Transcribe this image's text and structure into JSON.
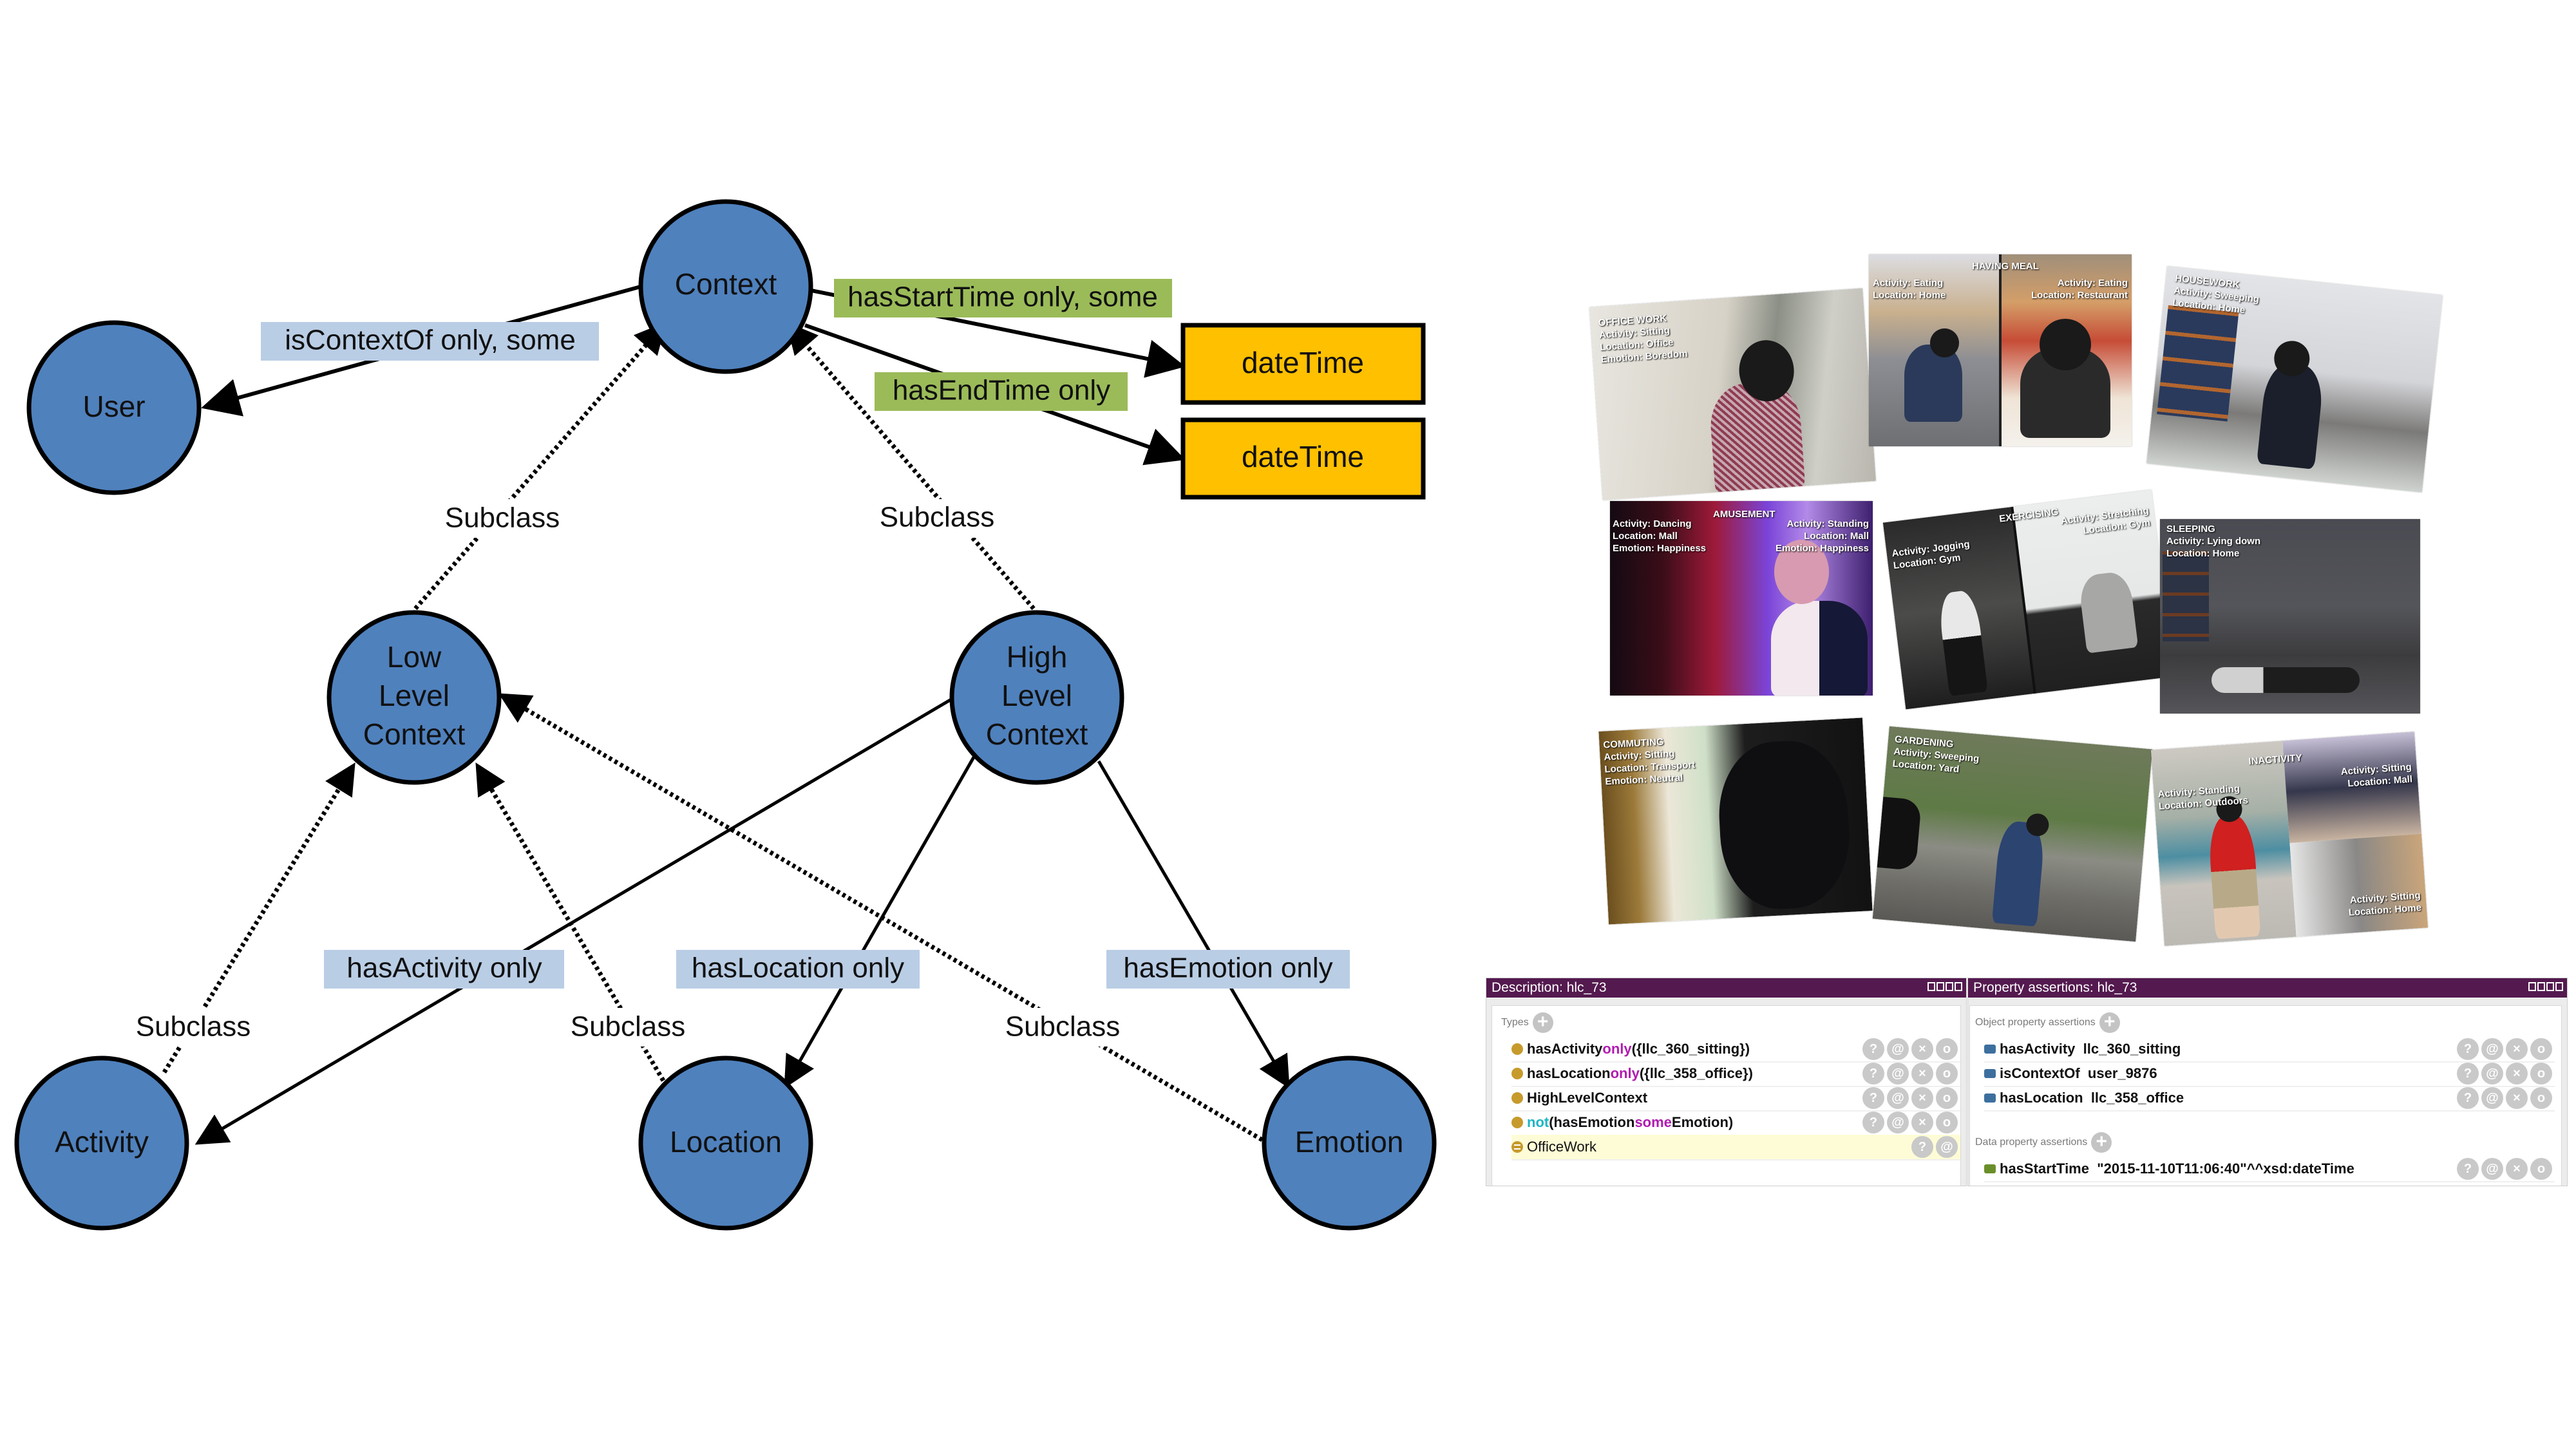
{
  "diagram": {
    "nodes": {
      "context": "Context",
      "user": "User",
      "low_level_context": [
        "Low",
        "Level",
        "Context"
      ],
      "high_level_context": [
        "High",
        "Level",
        "Context"
      ],
      "activity": "Activity",
      "location": "Location",
      "emotion": "Emotion",
      "datetime_start": "dateTime",
      "datetime_end": "dateTime"
    },
    "edge_labels": {
      "is_context_of": "isContextOf only, some",
      "has_start_time": "hasStartTime only, some",
      "has_end_time": "hasEndTime only",
      "has_activity": "hasActivity only",
      "has_location": "hasLocation only",
      "has_emotion": "hasEmotion only"
    },
    "subclass_labels": {
      "llc_to_context": "Subclass",
      "hlc_to_context": "Subclass",
      "activity_to_llc": "Subclass",
      "location_to_llc": "Subclass",
      "emotion_to_llc": "Subclass"
    },
    "colors": {
      "node_fill": "#4f81bd",
      "datetime_fill": "#ffc000",
      "property_label_bg": "#b9cde5",
      "time_label_bg": "#9bbb59"
    }
  },
  "photos": [
    {
      "title": "OFFICE WORK",
      "captions": [
        "Activity: Sitting\nLocation: Office\nEmotion: Boredom"
      ]
    },
    {
      "title": "HAVING MEAL",
      "captions": [
        "Activity: Eating\nLocation: Home",
        "Activity: Eating\nLocation: Restaurant"
      ]
    },
    {
      "title": "HOUSEWORK",
      "captions": [
        "Activity: Sweeping\nLocation: Home"
      ]
    },
    {
      "title": "AMUSEMENT",
      "captions": [
        "Activity: Dancing\nLocation: Mall\nEmotion: Happiness",
        "Activity: Standing\nLocation: Mall\nEmotion: Happiness"
      ]
    },
    {
      "title": "EXERCISING",
      "captions": [
        "Activity: Jogging\nLocation: Gym",
        "Activity: Stretching\nLocation: Gym"
      ]
    },
    {
      "title": "SLEEPING",
      "captions": [
        "Activity: Lying down\nLocation: Home"
      ]
    },
    {
      "title": "COMMUTING",
      "captions": [
        "Activity: Sitting\nLocation: Transport\nEmotion: Neutral"
      ]
    },
    {
      "title": "GARDENING",
      "captions": [
        "Activity: Sweeping\nLocation: Yard"
      ]
    },
    {
      "title": "INACTIVITY",
      "captions": [
        "Activity: Standing\nLocation: Outdoors",
        "Activity: Sitting\nLocation: Mall",
        "Activity: Sitting\nLocation: Home"
      ]
    }
  ],
  "description_panel": {
    "header": "Description: hlc_73",
    "types_label": "Types",
    "types": [
      {
        "parts": [
          {
            "t": "hasActivity ",
            "c": ""
          },
          {
            "t": "only",
            "c": "purple"
          },
          {
            "t": " ({llc_360_sitting})",
            "c": ""
          }
        ]
      },
      {
        "parts": [
          {
            "t": "hasLocation ",
            "c": ""
          },
          {
            "t": "only",
            "c": "purple"
          },
          {
            "t": " ({llc_358_office})",
            "c": ""
          }
        ]
      },
      {
        "parts": [
          {
            "t": "HighLevelContext",
            "c": ""
          }
        ]
      },
      {
        "parts": [
          {
            "t": "not",
            "c": "cyan"
          },
          {
            "t": " (hasEmotion ",
            "c": ""
          },
          {
            "t": "some",
            "c": "purple"
          },
          {
            "t": " Emotion)",
            "c": ""
          }
        ]
      }
    ],
    "inferred_type": "OfficeWork"
  },
  "property_panel": {
    "header": "Property assertions: hlc_73",
    "object_label": "Object property assertions",
    "object_assertions": [
      {
        "property": "hasActivity",
        "value": "llc_360_sitting"
      },
      {
        "property": "isContextOf",
        "value": "user_9876"
      },
      {
        "property": "hasLocation",
        "value": "llc_358_office"
      }
    ],
    "data_label": "Data property assertions",
    "data_assertions": [
      {
        "property": "hasStartTime",
        "value": "\"2015-11-10T11:06:40\"^^xsd:dateTime"
      }
    ]
  },
  "action_icons": {
    "explain": "?",
    "annotate": "@",
    "delete": "×",
    "edit": "o"
  }
}
